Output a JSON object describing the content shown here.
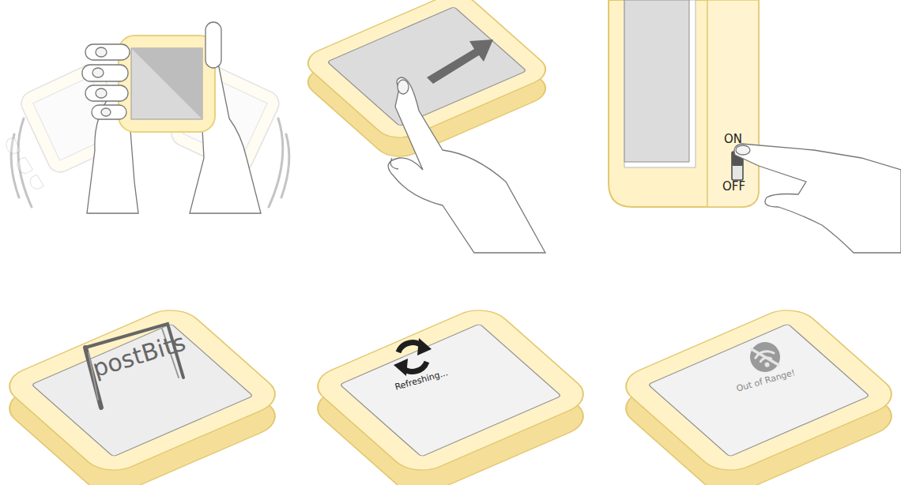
{
  "diagram": {
    "labels": [
      "ON",
      "OFF",
      "postBits",
      "Refreshing...",
      "Out of Range!"
    ]
  }
}
